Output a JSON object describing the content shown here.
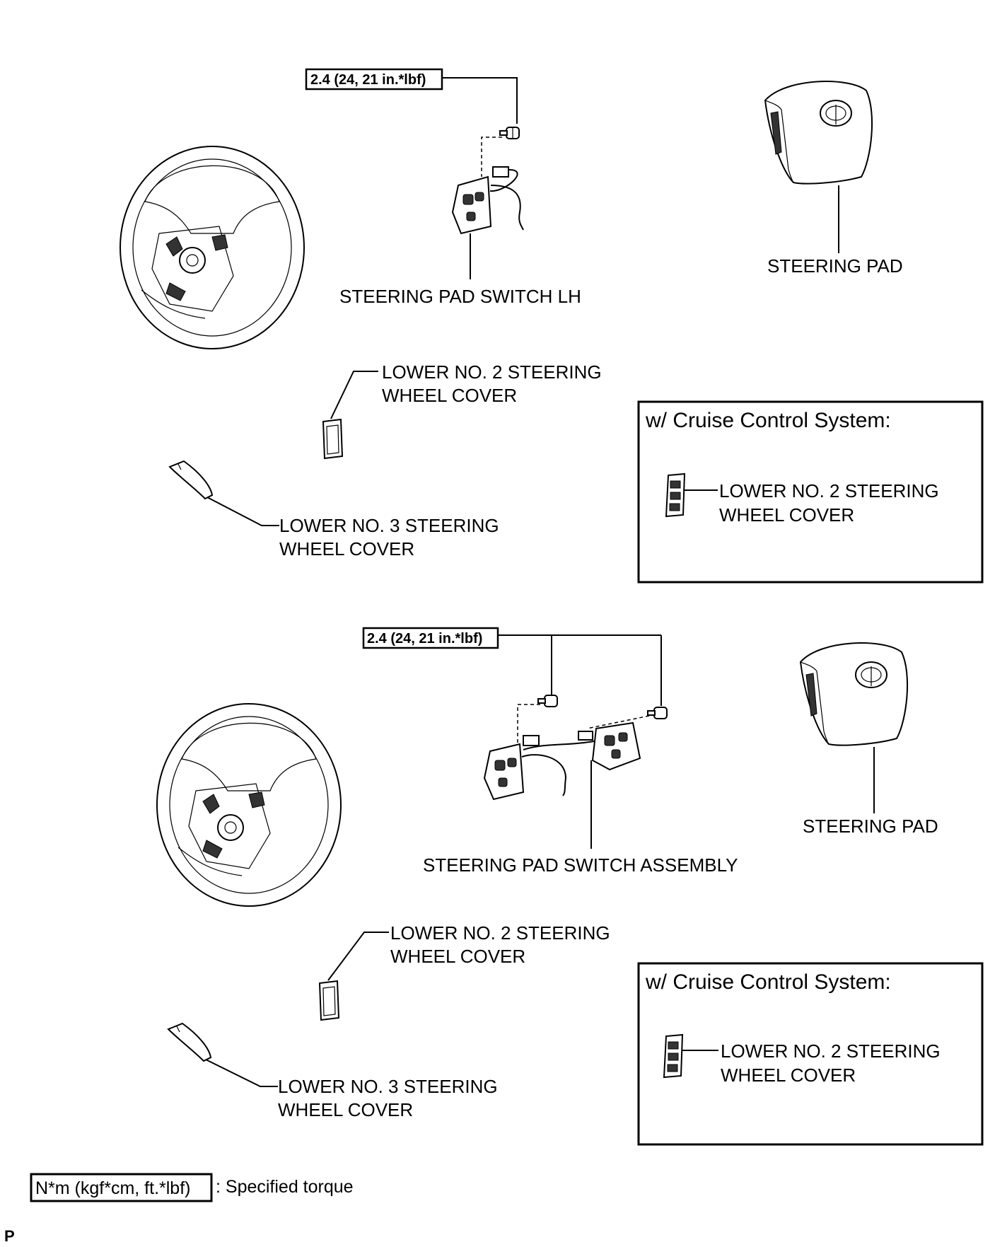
{
  "top_section": {
    "torque_spec": "2.4 (24, 21 in.*lbf)",
    "switch_label": "STEERING PAD SWITCH LH",
    "pad_label": "STEERING PAD",
    "cover2_label_line1": "LOWER NO. 2 STEERING",
    "cover2_label_line2": "WHEEL COVER",
    "cover3_label_line1": "LOWER NO. 3 STEERING",
    "cover3_label_line2": "WHEEL COVER",
    "cruise_box": {
      "title": "w/ Cruise Control System:",
      "label_line1": "LOWER NO. 2 STEERING",
      "label_line2": "WHEEL COVER"
    }
  },
  "bottom_section": {
    "torque_spec": "2.4 (24, 21 in.*lbf)",
    "switch_label": "STEERING PAD SWITCH ASSEMBLY",
    "pad_label": "STEERING PAD",
    "cover2_label_line1": "LOWER NO. 2 STEERING",
    "cover2_label_line2": "WHEEL COVER",
    "cover3_label_line1": "LOWER NO. 3 STEERING",
    "cover3_label_line2": "WHEEL COVER",
    "cruise_box": {
      "title": "w/ Cruise Control System:",
      "label_line1": "LOWER NO. 2 STEERING",
      "label_line2": "WHEEL COVER"
    }
  },
  "legend": {
    "unit_box": "N*m (kgf*cm, ft.*lbf)",
    "description": ": Specified torque"
  },
  "footer_letter": "P"
}
